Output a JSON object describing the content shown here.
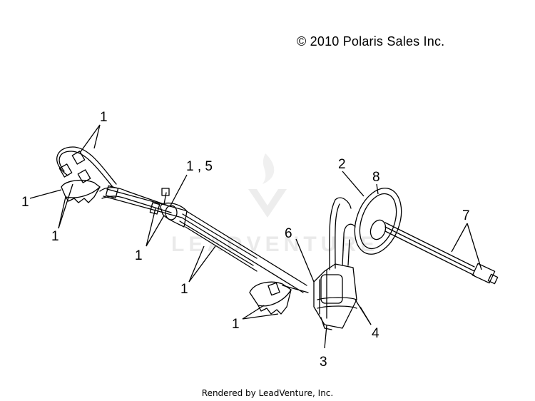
{
  "copyright": "© 2010 Polaris Sales Inc.",
  "footer": "Rendered by LeadVenture, Inc.",
  "watermark": {
    "text": "LEADVENTURE"
  },
  "callouts": {
    "c1_top": "1",
    "c1_left": "1",
    "c1_lower_left": "1",
    "c1_5": "1 , 5",
    "c1_mid": "1",
    "c1_tube": "1",
    "c1_bottom": "1",
    "c2": "2",
    "c3": "3",
    "c4": "4",
    "c6": "6",
    "c7": "7",
    "c8": "8"
  }
}
